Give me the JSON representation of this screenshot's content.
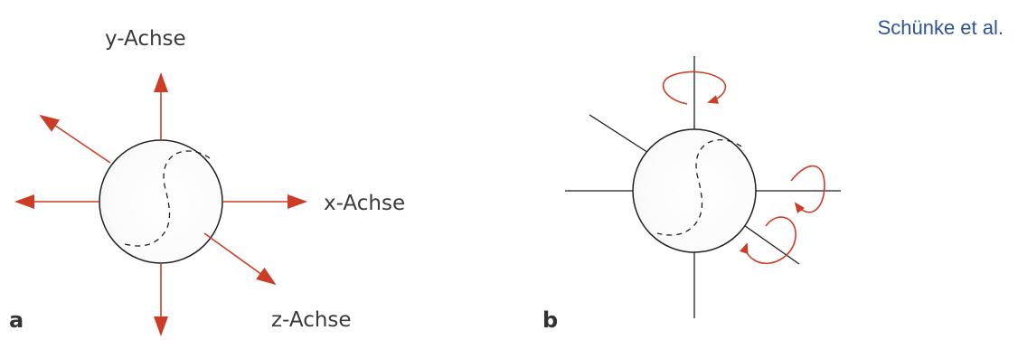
{
  "credit": "Schünke et al.",
  "colors": {
    "arrow": "#cc3d25",
    "line": "#1f1f1f",
    "credit": "#2f5496"
  },
  "panel_a": {
    "letter": "a",
    "y_axis_label": "y-Achse",
    "x_axis_label": "x-Achse",
    "z_axis_label": "z-Achse"
  },
  "panel_b": {
    "letter": "b"
  }
}
